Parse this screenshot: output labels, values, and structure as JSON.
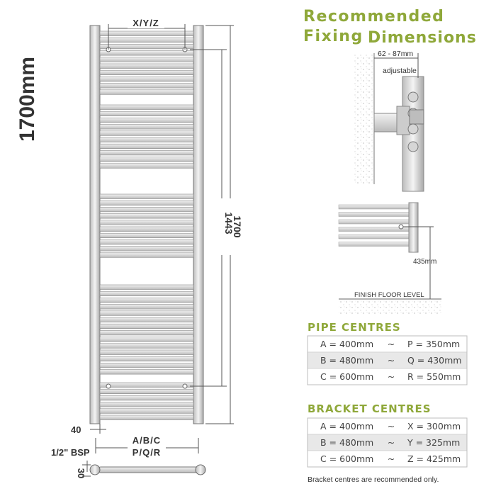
{
  "side_label": "1700mm",
  "title_line1": "Recommended",
  "title_line2a": "Fixing",
  "title_line2b": "Dimensions",
  "drawing": {
    "top_span": "X/Y/Z",
    "height_outer": "1700",
    "height_inner": "1443",
    "bottom_offset": "40",
    "width_label_1": "A/B/C",
    "width_label_2": "P/Q/R",
    "bsp": "1/2\" BSP",
    "depth": "30"
  },
  "side_view": {
    "range": "62 - 87mm",
    "adjustable": "adjustable"
  },
  "floor_view": {
    "height": "435mm",
    "floor": "FINISH FLOOR LEVEL"
  },
  "pipe_centres": {
    "title": "PIPE CENTRES",
    "rows": [
      {
        "left": "A = 400mm",
        "sep": "~",
        "right": "P = 350mm"
      },
      {
        "left": "B = 480mm",
        "sep": "~",
        "right": "Q = 430mm"
      },
      {
        "left": "C = 600mm",
        "sep": "~",
        "right": "R = 550mm"
      }
    ]
  },
  "bracket_centres": {
    "title": "BRACKET CENTRES",
    "rows": [
      {
        "left": "A = 400mm",
        "sep": "~",
        "right": "X = 300mm"
      },
      {
        "left": "B = 480mm",
        "sep": "~",
        "right": "Y = 325mm"
      },
      {
        "left": "C = 600mm",
        "sep": "~",
        "right": "Z = 425mm"
      }
    ],
    "note": "Bracket centres are recommended only."
  },
  "colors": {
    "accent": "#8fa83a",
    "row_shade": "#e8e8e8",
    "line": "#555555"
  }
}
